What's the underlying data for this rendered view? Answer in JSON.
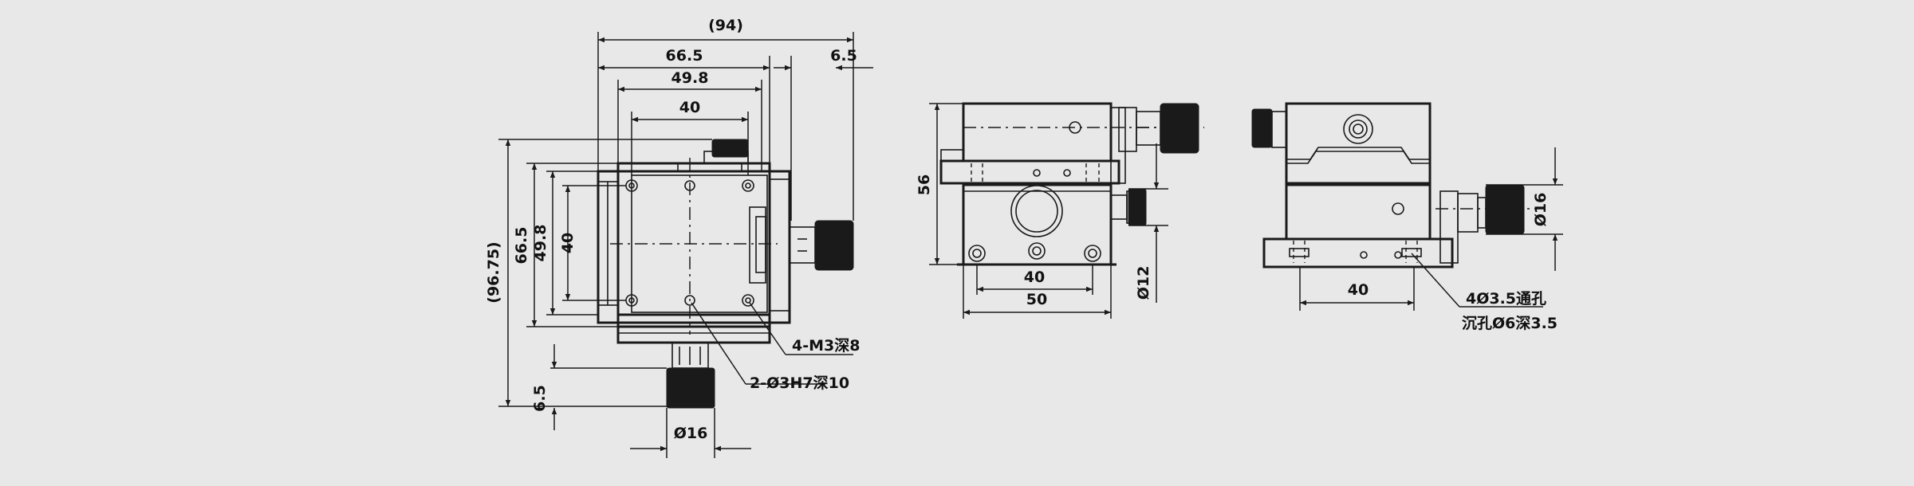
{
  "front_view": {
    "dims": {
      "total_width": "(94)",
      "width_66_5": "66.5",
      "width_49_8": "49.8",
      "width_40": "40",
      "right_6_5": "6.5",
      "total_height": "(96.75)",
      "height_66_5": "66.5",
      "height_49_8": "49.8",
      "height_40": "40",
      "bottom_6_5": "6.5",
      "knob_dia": "Ø16"
    },
    "callouts": {
      "threaded_holes": "4-M3深8",
      "pin_holes": "2-Ø3H7深10"
    }
  },
  "side_view": {
    "dims": {
      "height_56": "56",
      "width_40": "40",
      "width_50": "50",
      "knob_dia": "Ø12"
    }
  },
  "right_view": {
    "dims": {
      "width_40": "40",
      "knob_dia": "Ø16"
    },
    "callouts": {
      "mount_holes_line1": "4Ø3.5通孔",
      "mount_holes_line2": "沉孔Ø6深3.5"
    }
  }
}
